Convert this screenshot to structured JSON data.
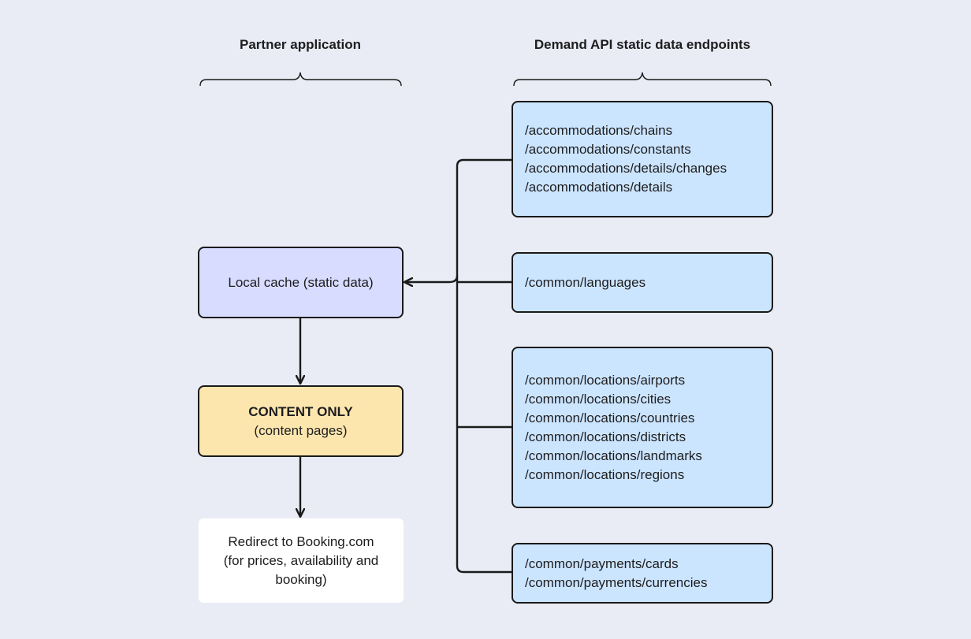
{
  "headings": {
    "partner": "Partner application",
    "demand": "Demand API static data endpoints"
  },
  "boxes": {
    "cache": "Local cache (static data)",
    "content_title": "CONTENT ONLY",
    "content_subtitle": "(content pages)",
    "redirect_lines": [
      "Redirect to Booking.com",
      "(for prices, availability and",
      "booking)"
    ]
  },
  "endpoint_groups": [
    {
      "lines": [
        "/accommodations/chains",
        "/accommodations/constants",
        "/accommodations/details/changes",
        "/accommodations/details"
      ]
    },
    {
      "lines": [
        "/common/languages"
      ]
    },
    {
      "lines": [
        "/common/locations/airports",
        "/common/locations/cities",
        "/common/locations/countries",
        "/common/locations/districts",
        "/common/locations/landmarks",
        "/common/locations/regions"
      ]
    },
    {
      "lines": [
        "/common/payments/cards",
        "/common/payments/currencies"
      ]
    }
  ],
  "colors": {
    "background": "#e9ecf4",
    "endpoint_fill": "#cce5fe",
    "cache_fill": "#d8dcff",
    "content_fill": "#fde6ae",
    "redirect_fill": "#ffffff",
    "stroke": "#1a1a1a"
  }
}
